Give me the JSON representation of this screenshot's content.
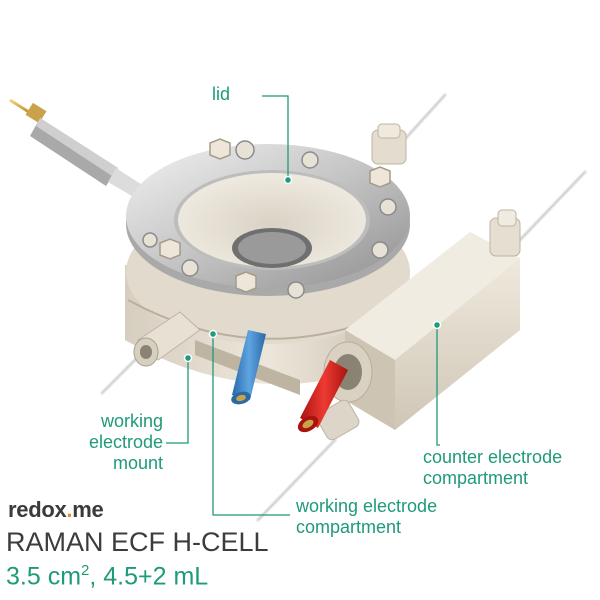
{
  "callouts": {
    "lid": "lid",
    "working_electrode_mount": [
      "working",
      "electrode",
      "mount"
    ],
    "counter_electrode_compartment": [
      "counter electrode",
      "compartment"
    ],
    "working_electrode_compartment": [
      "working electrode",
      "compartment"
    ]
  },
  "brand": {
    "name_part1": "redox",
    "name_dot": ".",
    "name_part2": "me"
  },
  "product": {
    "title": "RAMAN ECF H-CELL",
    "spec_area": "3.5 cm",
    "spec_area_exponent": "2",
    "spec_volume": ", 4.5+2 mL"
  },
  "colors": {
    "accent": "#1f9a7a",
    "brand_dot": "#f08a24",
    "body_beige": "#e6dfd2",
    "lid_metal": "#c9c9c9",
    "blue_tube": "#3b86c9",
    "red_tube": "#d8231f"
  }
}
